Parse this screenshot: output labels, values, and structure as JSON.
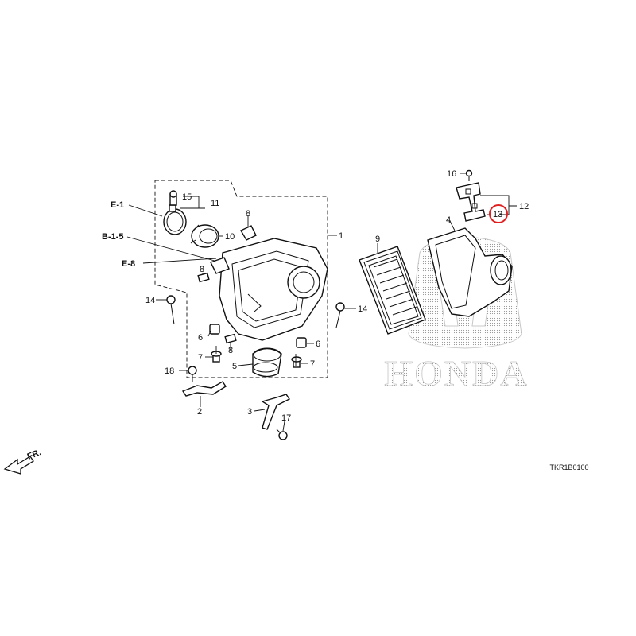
{
  "diagram": {
    "callouts": [
      "1",
      "2",
      "3",
      "4",
      "5",
      "6",
      "6",
      "7",
      "7",
      "8",
      "8",
      "8",
      "9",
      "10",
      "11",
      "12",
      "13",
      "14",
      "14",
      "15",
      "16",
      "17",
      "18"
    ],
    "references": [
      "E-1",
      "B-1-5",
      "E-8"
    ],
    "direction_label": "FR.",
    "diagram_code": "TKR1B0100",
    "highlighted_callout": "13",
    "highlight_color": "#e02020",
    "watermark_brand": "HONDA"
  }
}
